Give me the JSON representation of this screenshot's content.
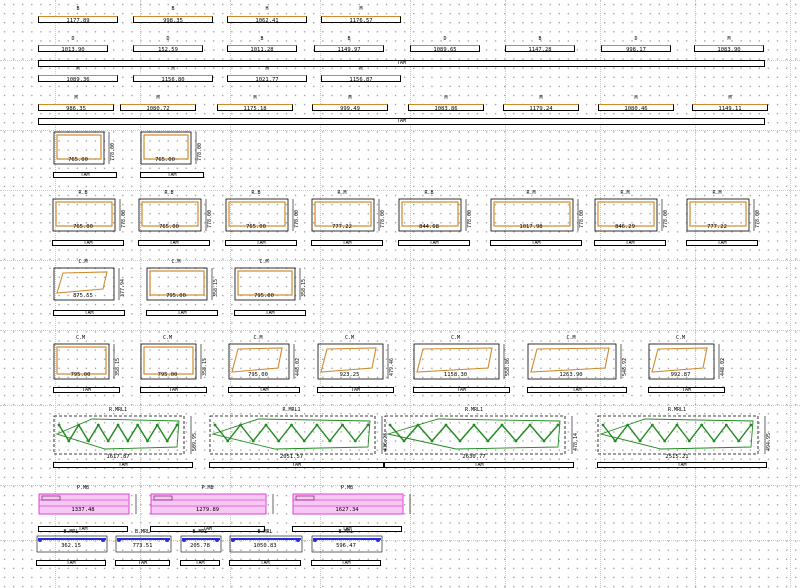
{
  "common": {
    "label": "TAM"
  },
  "colors": {
    "orange": "#d08a2e",
    "green": "#1f8a1f",
    "magenta": "#e23fd8",
    "blue": "#2c2cd6"
  },
  "rows": {
    "r1a": {
      "headers": [
        "B",
        "B",
        "H",
        "M"
      ],
      "values": [
        "1177.89",
        "998.35",
        "1062.41",
        "1176.57"
      ]
    },
    "r1b": {
      "headers": [
        "D",
        "D",
        "B",
        "B",
        "D",
        "B",
        "D",
        "M"
      ],
      "values": [
        "1013.90",
        "152.59",
        "1011.28",
        "1149.97",
        "1089.65",
        "1147.28",
        "998.17",
        "1083.90"
      ]
    },
    "r2a": {
      "headers": [
        "M",
        "M",
        "M",
        "M"
      ],
      "values": [
        "1089.36",
        "1156.80",
        "1021.77",
        "1156.87"
      ]
    },
    "r2b": {
      "headers": [
        "M",
        "M",
        "M",
        "M",
        "M",
        "M",
        "M",
        "M"
      ],
      "values": [
        "986.35",
        "1080.72",
        "1175.18",
        "999.49",
        "1083.86",
        "1179.24",
        "1080.46",
        "1149.11"
      ]
    },
    "r3": {
      "values": [
        "765.00",
        "765.00"
      ],
      "side": [
        "778.00",
        "778.00"
      ]
    },
    "r4": {
      "headers": [
        "R.B",
        "R.B",
        "R.B",
        "R.M",
        "R.B",
        "R.M",
        "R.M",
        "R.M"
      ],
      "values": [
        "765.00",
        "765.00",
        "765.00",
        "777.22",
        "844.68",
        "1017.98",
        "846.29",
        "777.22"
      ],
      "side": [
        "778.00",
        "778.00",
        "778.00",
        "778.00",
        "778.00",
        "778.00",
        "778.00",
        "778.00"
      ]
    },
    "r5": {
      "headers": [
        "C.M",
        "C.M",
        "C.M"
      ],
      "values": [
        "875.55",
        "795.00",
        "795.00"
      ],
      "side": [
        "377.94",
        "358.15",
        "358.15"
      ]
    },
    "r6": {
      "headers": [
        "C.M",
        "C.M",
        "C.M",
        "C.M",
        "C.M",
        "C.M",
        "C.M"
      ],
      "values": [
        "795.00",
        "795.00",
        "795.00",
        "923.25",
        "1158.30",
        "1263.90",
        "992.87"
      ],
      "side": [
        "358.15",
        "358.15",
        "448.02",
        "479.46",
        "558.86",
        "548.92",
        "448.02"
      ]
    },
    "r7": {
      "headers": [
        "R.MRL1",
        "R.MRL1",
        "R.MRL1",
        "R.MRL1"
      ],
      "values": [
        "1617.87",
        "2051.57",
        "2630.77",
        "2515.21"
      ],
      "side": [
        "509.95",
        "436.23",
        "478.14",
        "494.95"
      ]
    },
    "r8": {
      "headers": [
        "P.M8",
        "P.M8",
        "P.M8"
      ],
      "values": [
        "1337.48",
        "1279.89",
        "1627.34"
      ]
    },
    "r9": {
      "headers": [
        "B.MRL",
        "B.MRL",
        "B.MRL",
        "B.MRL",
        "B.MRL"
      ],
      "values": [
        "362.15",
        "773.51",
        "205.78",
        "1050.83",
        "596.47"
      ]
    }
  }
}
